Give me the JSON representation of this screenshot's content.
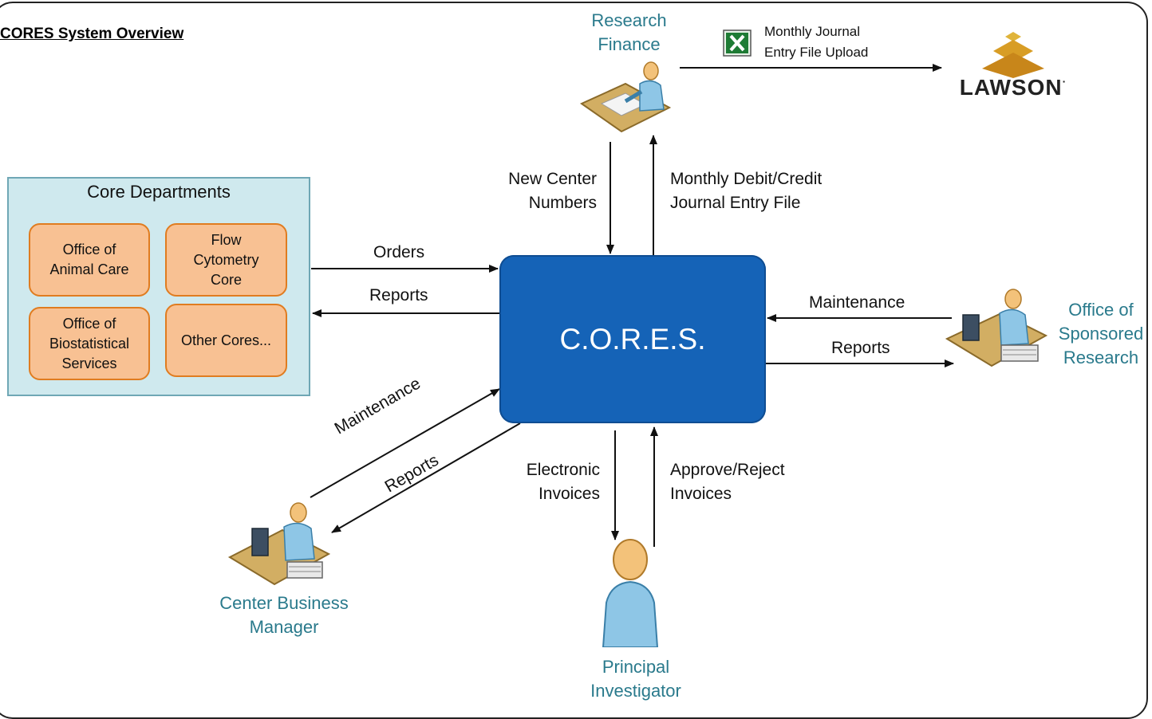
{
  "title": "CORES System Overview",
  "system": {
    "label": "C.O.R.E.S."
  },
  "core_departments": {
    "title": "Core Departments",
    "items": [
      "Office of\nAnimal Care",
      "Flow\nCytometry\nCore",
      "Office of\nBiostatistical\nServices",
      "Other Cores..."
    ]
  },
  "actors": {
    "research_finance": [
      "Research",
      "Finance"
    ],
    "sponsored_research": [
      "Office of",
      "Sponsored",
      "Research"
    ],
    "business_manager": [
      "Center Business",
      "Manager"
    ],
    "principal_investigator": [
      "Principal",
      "Investigator"
    ]
  },
  "lawson": {
    "label": "LAWSON",
    "mark": "·"
  },
  "flows": {
    "journal_upload": [
      "Monthly Journal",
      "Entry File Upload"
    ],
    "new_center_numbers": [
      "New Center",
      "Numbers"
    ],
    "debit_credit": [
      "Monthly Debit/Credit",
      "Journal Entry File"
    ],
    "orders": "Orders",
    "reports_core": "Reports",
    "maintenance_osr": "Maintenance",
    "reports_osr": "Reports",
    "maintenance_cbm": "Maintenance",
    "reports_cbm": "Reports",
    "electronic_invoices": [
      "Electronic",
      "Invoices"
    ],
    "approve_reject": [
      "Approve/Reject",
      "Invoices"
    ]
  },
  "colors": {
    "system_fill": "#1563b7",
    "group_fill": "#cfe9ee",
    "group_border": "#6fa7b5",
    "core_fill": "#f8c193",
    "core_border": "#e07c20",
    "actor_text": "#2a7a8c"
  },
  "icons": {
    "excel": "excel-file-icon",
    "lawson": "lawson-logo",
    "desk_person": "person-at-desk-icon",
    "person": "person-icon"
  }
}
